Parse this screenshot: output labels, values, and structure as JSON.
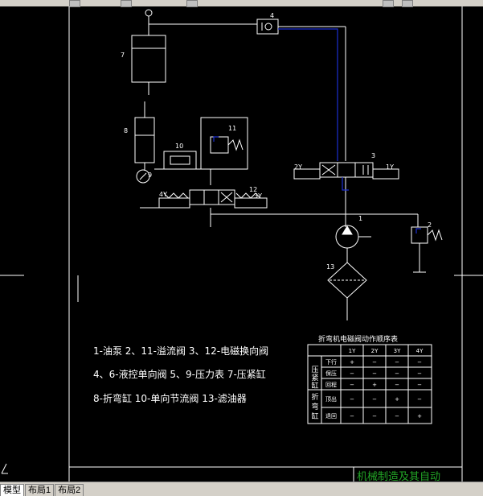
{
  "app": {
    "toolbar_icons": [
      "folder-icon",
      "save-icon",
      "print-icon"
    ],
    "layout_tabs": [
      "模型",
      "布局1",
      "布局2"
    ]
  },
  "drawing": {
    "labels": {
      "n1": "1",
      "n2": "2",
      "n3": "3",
      "n4": "4",
      "n7": "7",
      "n8": "8",
      "n9": "9",
      "n10": "10",
      "n11": "11",
      "n12": "12",
      "n13": "13"
    },
    "solenoids": {
      "y1": "1Y",
      "y2": "2Y",
      "y3": "3Y",
      "y4": "4Y"
    },
    "legend": [
      "1-油泵  2、11-溢流阀  3、12-电磁换向阀",
      "4、6-液控单向阀  5、9-压力表  7-压紧缸",
      "8-折弯缸   10-单向节流阀  13-滤油器"
    ],
    "title_block_text": "机械制造及其自动"
  },
  "sequence_table": {
    "title": "折弯机电磁阀动作顺序表",
    "columns": [
      "",
      "",
      "1Y",
      "2Y",
      "3Y",
      "4Y"
    ],
    "groups": [
      {
        "name": "压紧缸",
        "rows": [
          {
            "action": "下行",
            "values": [
              "+",
              "−",
              "−",
              "−"
            ]
          },
          {
            "action": "保压",
            "values": [
              "−",
              "−",
              "−",
              "−"
            ]
          },
          {
            "action": "回程",
            "values": [
              "−",
              "+",
              "−",
              "−"
            ]
          }
        ]
      },
      {
        "name": "折弯缸",
        "rows": [
          {
            "action": "顶出",
            "values": [
              "−",
              "−",
              "+",
              "−"
            ]
          },
          {
            "action": "退回",
            "values": [
              "−",
              "−",
              "−",
              "+"
            ]
          }
        ]
      }
    ]
  },
  "colors": {
    "background": "#000000",
    "line": "#ffffff",
    "accent": "#1c2fd0",
    "title_text": "#22a526"
  }
}
